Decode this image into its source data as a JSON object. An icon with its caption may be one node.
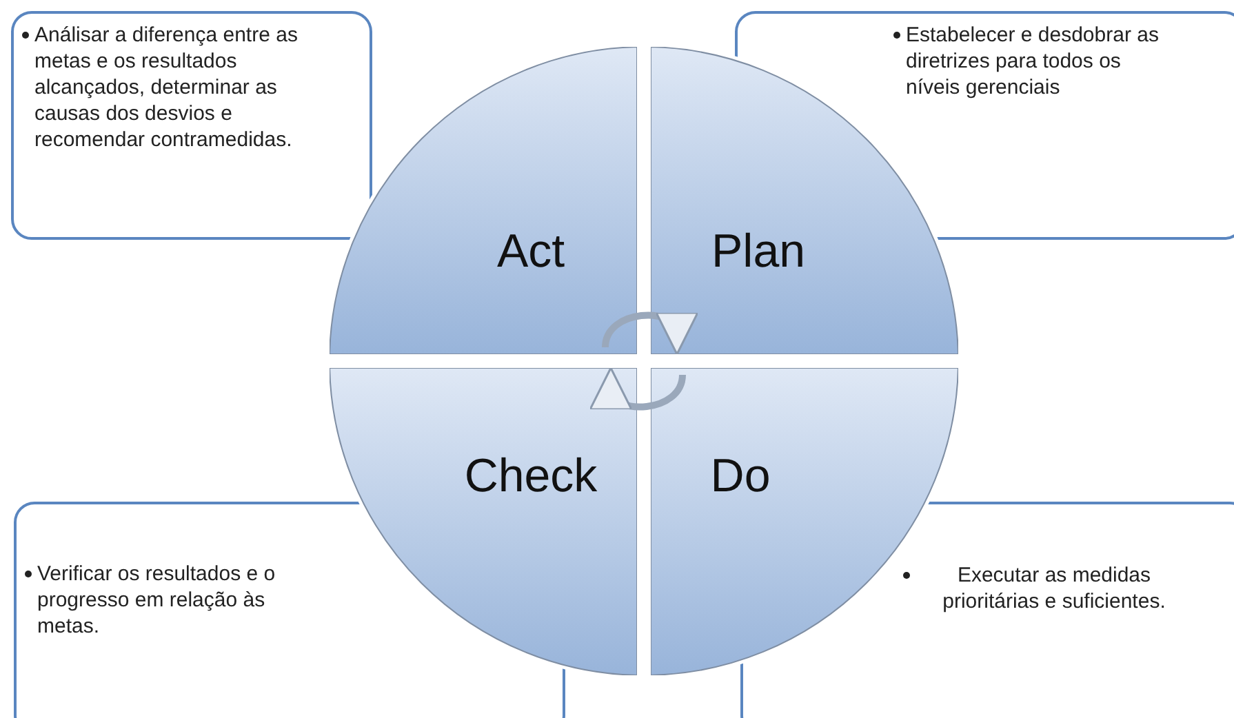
{
  "diagram": {
    "nodes": [
      {
        "text": [
          "Análisar a diferença entre as metas e os resultados alcançados, determinar as causas dos desvios e recomendar contramedidas."
        ]
      },
      {
        "text": [
          "Estabelecer e desdobrar as diretrizes para todos os níveis gerenciais"
        ]
      },
      {
        "text": [
          "Act"
        ]
      },
      {
        "text": [
          "Plan"
        ]
      },
      {
        "text": [
          "Check"
        ]
      },
      {
        "text": [
          "Do"
        ]
      },
      {
        "text": [
          "Verificar os resultados e o progresso em relação às metas."
        ]
      },
      {
        "text": [
          "Executar as medidas prioritárias e suficientes."
        ]
      }
    ],
    "edges": [
      {
        "from": 2,
        "to": 3,
        "arrow": "to"
      },
      {
        "from": 5,
        "to": 4,
        "arrow": "to"
      }
    ]
  }
}
